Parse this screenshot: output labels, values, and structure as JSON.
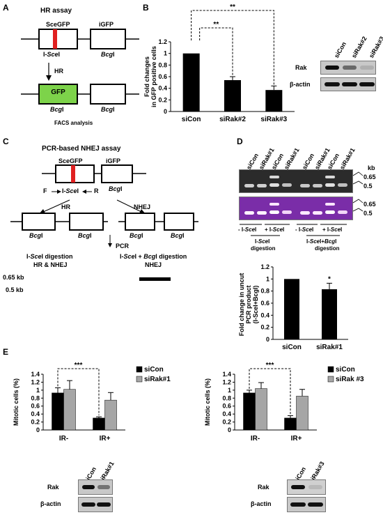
{
  "panels": {
    "A": {
      "letter": "A",
      "title": "HR assay",
      "sce_gfp": "SceGFP",
      "igfp": "iGFP",
      "isce_prefix": "I-",
      "isce_italic": "Sce",
      "isce_suffix": "I",
      "bcg_italic": "Bcg",
      "bcg_suffix": "I",
      "hr": "HR",
      "gfp": "GFP",
      "facs": "FACS analysis",
      "colors": {
        "red_site": "#e02020",
        "gfp_green": "#7dd34a"
      }
    },
    "B": {
      "letter": "B",
      "sig1": "**",
      "sig2": "**",
      "blot_lanes": [
        "siCon",
        "siRak#2",
        "siRak#3"
      ],
      "blot_rows": [
        "Rak",
        "β-actin"
      ],
      "rak_intensity": [
        1.0,
        0.55,
        0.2
      ]
    },
    "C": {
      "letter": "C",
      "title": "PCR-based NHEJ assay",
      "sce_gfp": "SceGFP",
      "igfp": "iGFP",
      "F": "F",
      "R": "R",
      "isce_prefix": "I-",
      "isce_italic": "Sce",
      "isce_suffix": "I",
      "bcg_italic": "Bcg",
      "bcg_suffix": "I",
      "hr": "HR",
      "nhej": "NHEJ",
      "pcr": "PCR",
      "dig_left_italic": "Sce",
      "dig_left_suffix": "I digestion",
      "dig_left_sub": "HR & NHEJ",
      "dig_right_mid": "I + ",
      "dig_right_suffix": "I digestion",
      "dig_right_sub": "NHEJ",
      "kb065": "0.65 kb",
      "kb05": "0.5 kb"
    },
    "D": {
      "letter": "D",
      "gel_lanes": [
        "siCon",
        "siRak#1",
        "siCon",
        "siRak#1",
        "siCon",
        "siRak#1",
        "siCon",
        "siRak#1"
      ],
      "kb": "kb",
      "size065": "0.65",
      "size05": "0.5",
      "minus_isce": "- I-",
      "plus_isce": "+ I-",
      "isce_italic": "Sce",
      "i_suffix": "I",
      "group1_italic": "Sce",
      "group1_suffix": "I",
      "group1_sub": "digestion",
      "group2_mid": "I+",
      "group2_italic": "Bcg",
      "group2_suffix": "I",
      "group2_sub": "digestion",
      "prefix": "I-",
      "sig": "*"
    },
    "E": {
      "letter": "E",
      "sig_left": "***",
      "sig_right": "***",
      "blot_left_lanes": [
        "siCon",
        "siRak#1"
      ],
      "blot_right_lanes": [
        "siCon",
        "siRak#3"
      ],
      "blot_rows": [
        "Rak",
        "β-actin"
      ],
      "rak_left": [
        1.0,
        0.5
      ],
      "rak_right": [
        1.0,
        0.15
      ]
    }
  },
  "chart_data": [
    {
      "type": "bar",
      "panel": "B",
      "categories": [
        "siCon",
        "siRak#2",
        "siRak#3"
      ],
      "values": [
        1.0,
        0.54,
        0.37
      ],
      "errors": [
        0.0,
        0.06,
        0.07
      ],
      "ylabel": "Fold changes in GFP positive cells",
      "ylim": [
        0,
        1.2
      ],
      "yticks": [
        "0",
        "0.2",
        "0.4",
        "0.6",
        "0.8",
        "1",
        "1.2"
      ],
      "color": "#000000"
    },
    {
      "type": "bar",
      "panel": "D",
      "categories": [
        "siCon",
        "siRak#1"
      ],
      "values": [
        1.0,
        0.83
      ],
      "errors": [
        0.0,
        0.1
      ],
      "ylabel": "Fold change in uncut PCR product (I-SceI+BcgI)",
      "ylim": [
        0,
        1.2
      ],
      "yticks": [
        "0",
        "0.2",
        "0.4",
        "0.6",
        "0.8",
        "1",
        "1.2"
      ],
      "color": "#000000"
    },
    {
      "type": "bar",
      "panel": "E-left",
      "categories": [
        "IR-",
        "IR+"
      ],
      "series": [
        {
          "name": "siCon",
          "values": [
            0.93,
            0.3
          ],
          "errors": [
            0.13,
            0.03
          ],
          "color": "#000000"
        },
        {
          "name": "siRak#1",
          "values": [
            1.02,
            0.75
          ],
          "errors": [
            0.22,
            0.19
          ],
          "color": "#a6a6a6"
        }
      ],
      "ylabel": "Mitotic cells (%)",
      "ylim": [
        0,
        1.4
      ],
      "yticks": [
        "0",
        "0.2",
        "0.4",
        "0.6",
        "0.8",
        "1",
        "1.2",
        "1.4"
      ]
    },
    {
      "type": "bar",
      "panel": "E-right",
      "categories": [
        "IR-",
        "IR+"
      ],
      "series": [
        {
          "name": "siCon",
          "values": [
            0.93,
            0.3
          ],
          "errors": [
            0.07,
            0.06
          ],
          "color": "#000000"
        },
        {
          "name": "siRak #3",
          "values": [
            1.04,
            0.85
          ],
          "errors": [
            0.15,
            0.17
          ],
          "color": "#a6a6a6"
        }
      ],
      "ylabel": "Mitotic cells (%)",
      "ylim": [
        0,
        1.4
      ],
      "yticks": [
        "0",
        "0.2",
        "0.4",
        "0.6",
        "0.8",
        "1",
        "1.2",
        "1.4"
      ]
    }
  ]
}
